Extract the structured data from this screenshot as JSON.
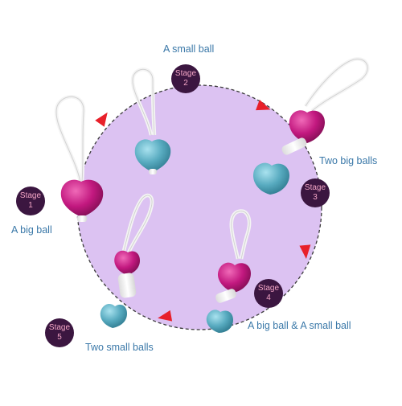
{
  "colors": {
    "circle_fill": "#dcc2f2",
    "circle_stroke": "#3a3a3a",
    "badge_bg": "#3b1640",
    "badge_text": "#f4a6c6",
    "caption_text": "#3a78a8",
    "arrow_red": "#e8202a",
    "ball_magenta": "#c2187f",
    "ball_teal": "#57aabf",
    "loop_white": "#f4f4f4"
  },
  "stages": [
    {
      "title": "Stage",
      "number": "1",
      "caption": "A big ball"
    },
    {
      "title": "Stage",
      "number": "2",
      "caption": "A small ball"
    },
    {
      "title": "Stage",
      "number": "3",
      "caption": "Two big balls"
    },
    {
      "title": "Stage",
      "number": "4",
      "caption": "A big ball & A small ball"
    },
    {
      "title": "Stage",
      "number": "5",
      "caption": "Two small balls"
    }
  ],
  "icons": {
    "flow_arrow": "triangle-arrow-icon",
    "ball": "heart-ball-icon",
    "loop": "string-loop-icon"
  }
}
